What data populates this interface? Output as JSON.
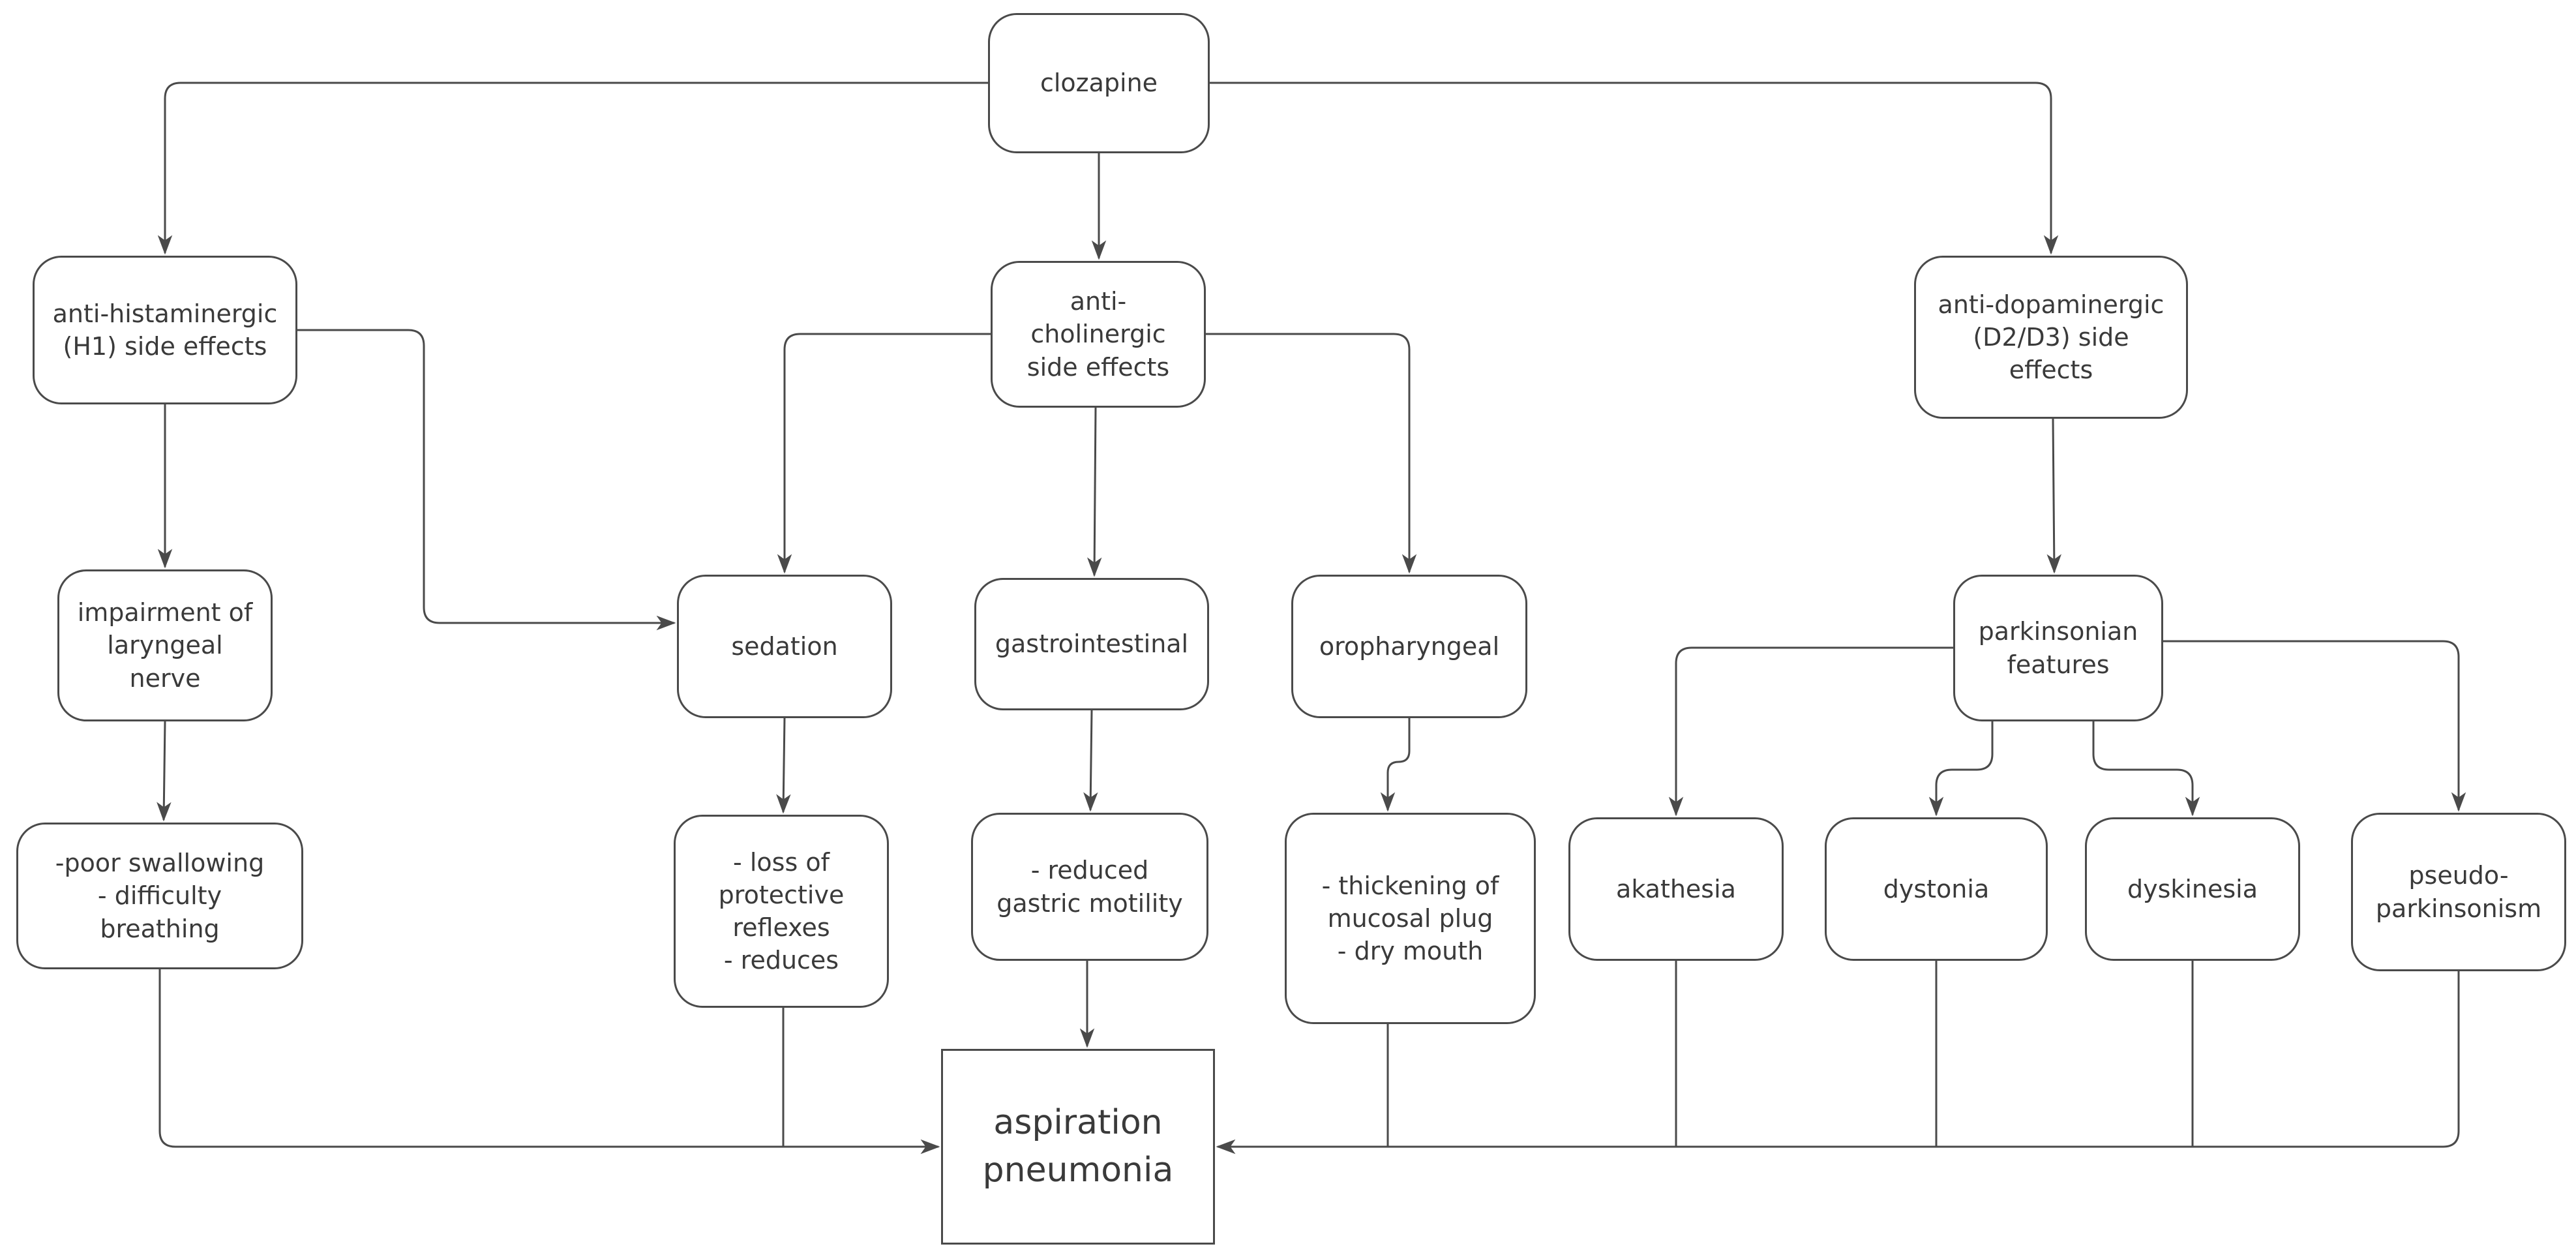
{
  "diagram": {
    "background_color": "#ffffff",
    "line_color": "#4a4a4a",
    "text_color": "#3a3a3a"
  },
  "nodes": [
    {
      "id": "clozapine",
      "label": "clozapine"
    },
    {
      "id": "antihist",
      "label": "anti-histaminergic\n(H1) side effects"
    },
    {
      "id": "antichol",
      "label": "anti-\ncholinergic\nside effects"
    },
    {
      "id": "antidopa",
      "label": "anti-dopaminergic\n(D2/D3) side\neffects"
    },
    {
      "id": "impairment",
      "label": "impairment of\nlaryngeal\nnerve"
    },
    {
      "id": "sedation",
      "label": "sedation"
    },
    {
      "id": "gastro",
      "label": "gastrointestinal"
    },
    {
      "id": "oroph",
      "label": "oropharyngeal"
    },
    {
      "id": "parkinsonian",
      "label": "parkinsonian\nfeatures"
    },
    {
      "id": "swallow",
      "label": "-poor swallowing\n- difficulty\nbreathing"
    },
    {
      "id": "reflexes",
      "label": "- loss of\nprotective\nreflexes\n- reduces"
    },
    {
      "id": "motility",
      "label": "- reduced\ngastric motility"
    },
    {
      "id": "mucosal",
      "label": "- thickening of\nmucosal plug\n- dry mouth"
    },
    {
      "id": "akathesia",
      "label": "akathesia"
    },
    {
      "id": "dystonia",
      "label": "dystonia"
    },
    {
      "id": "dyskinesia",
      "label": "dyskinesia"
    },
    {
      "id": "pseudo",
      "label": "pseudo-\nparkinsonism"
    },
    {
      "id": "aspiration",
      "label": "aspiration\npneumonia"
    }
  ]
}
